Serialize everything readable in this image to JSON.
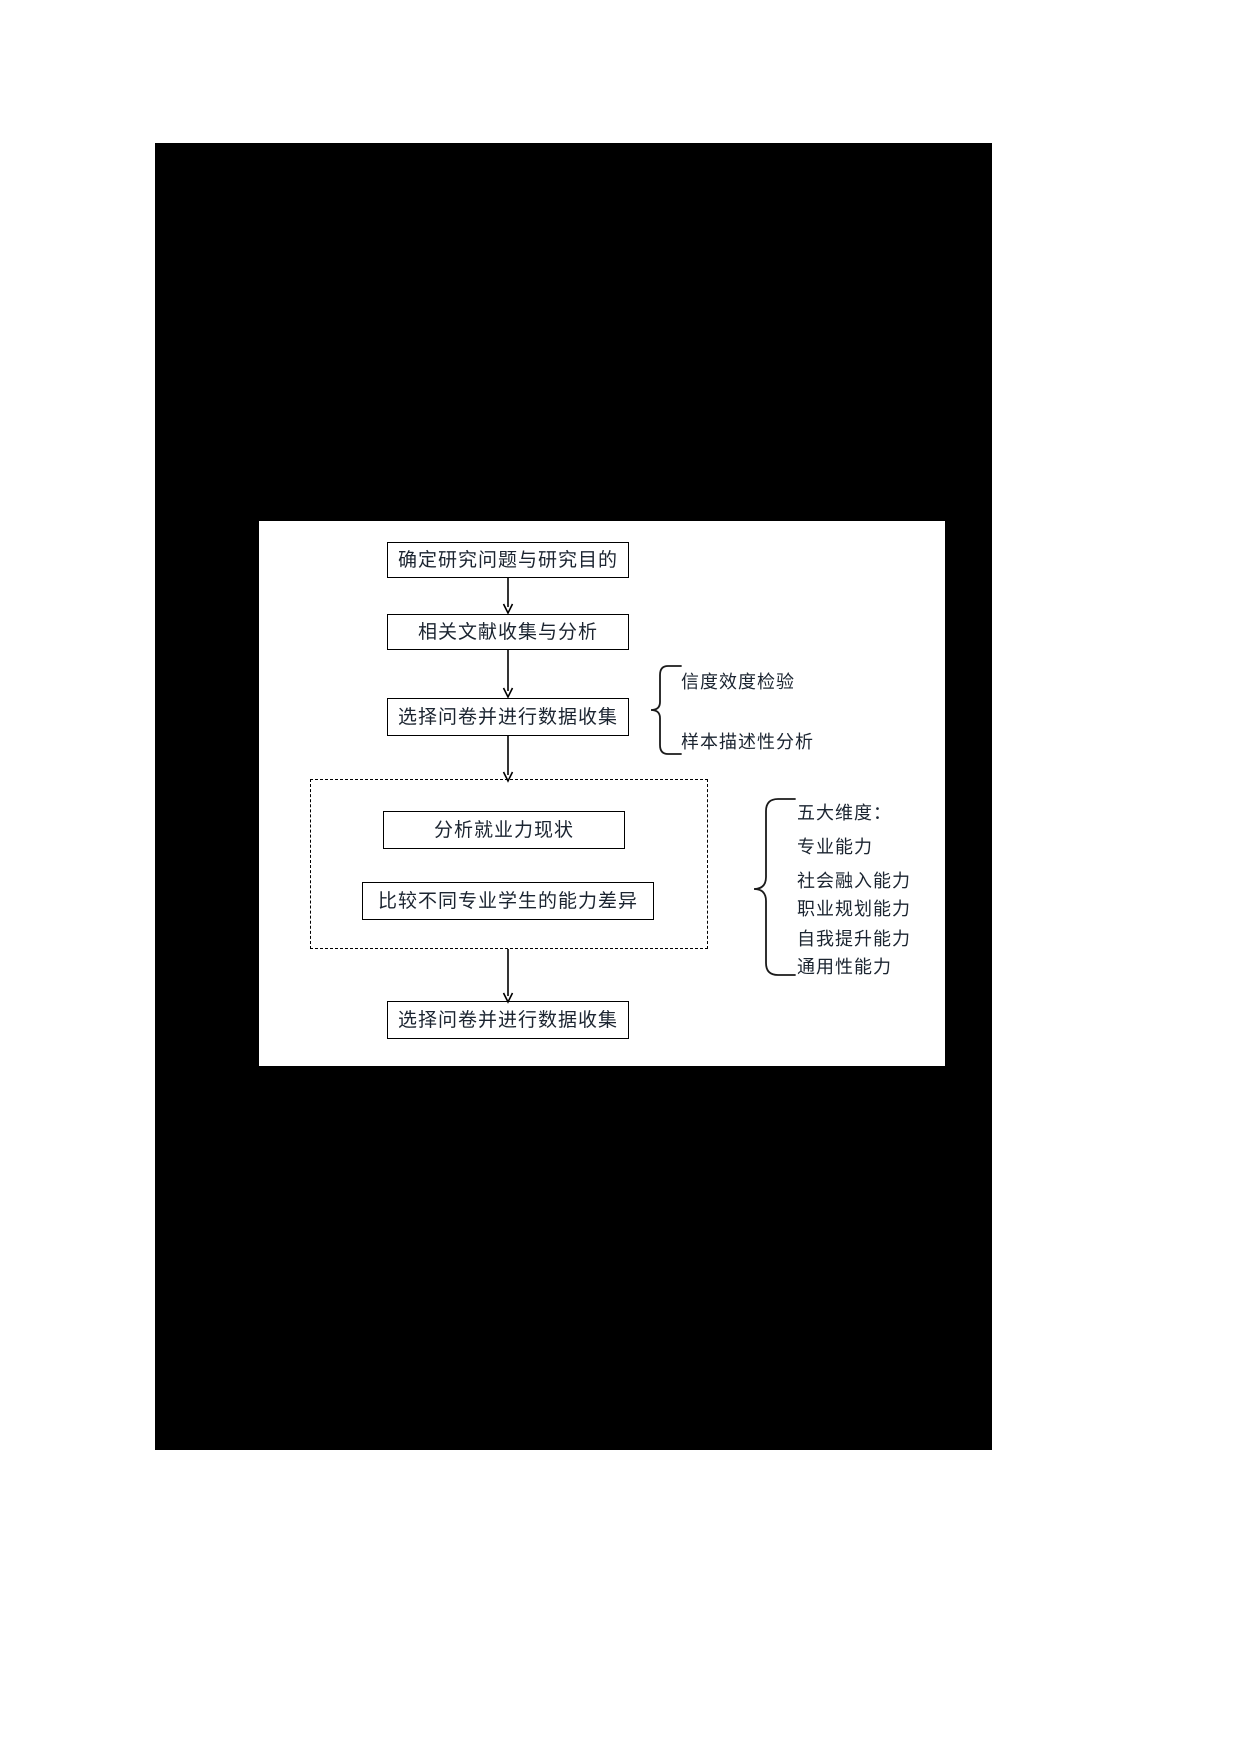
{
  "document": {
    "page_background": "#ffffff",
    "redaction_color": "#000000",
    "figure_panel_color": "#ffffff"
  },
  "figure": {
    "text_color": "#1b2430",
    "line_color": "#000000",
    "flow_boxes": [
      {
        "label": "确定研究问题与研究目的",
        "name": "flow-box-research-question"
      },
      {
        "label": "相关文献收集与分析",
        "name": "flow-box-literature-review"
      },
      {
        "label": "选择问卷并进行数据收集",
        "name": "flow-box-questionnaire-collection"
      },
      {
        "label": "分析就业力现状",
        "name": "flow-box-employability-status"
      },
      {
        "label": "比较不同专业学生的能力差异",
        "name": "flow-box-compare-majors"
      },
      {
        "label": "选择问卷并进行数据收集",
        "name": "flow-box-final-collection"
      }
    ],
    "annotations": [
      {
        "name": "annotation-group-validity",
        "items": [
          "信度效度检验",
          "样本描述性分析"
        ]
      },
      {
        "name": "annotation-group-dimensions",
        "items": [
          "五大维度：",
          "专业能力",
          "社会融入能力",
          "职业规划能力",
          "自我提升能力",
          "通用性能力"
        ]
      }
    ]
  }
}
